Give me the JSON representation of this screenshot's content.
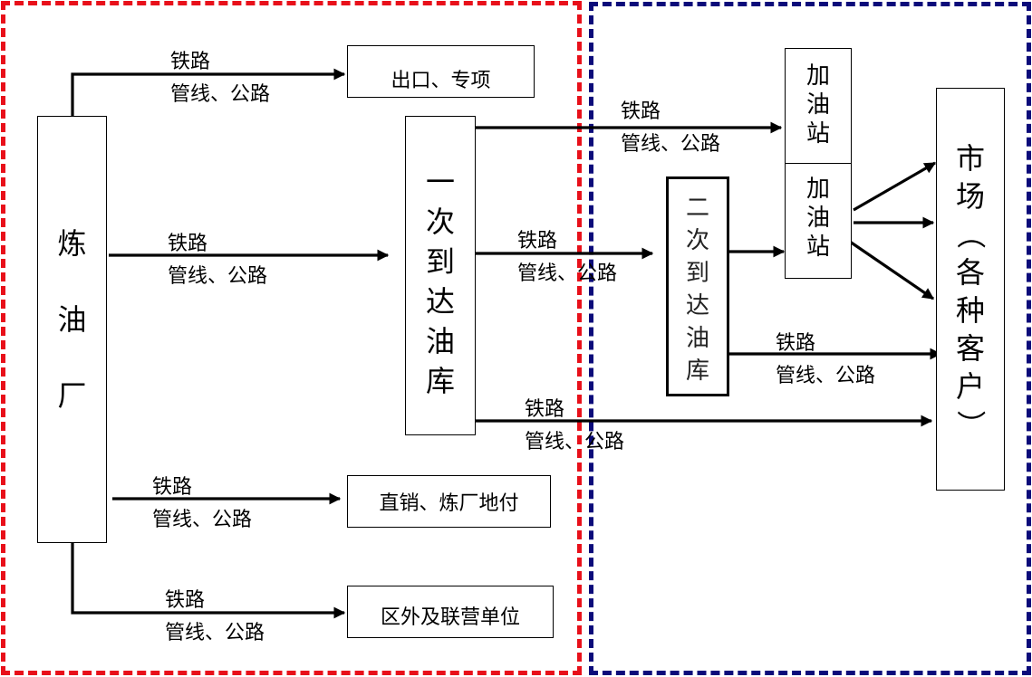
{
  "colors": {
    "left_region_border": "#e8101a",
    "right_region_border": "#0b0b7a",
    "line": "#000000"
  },
  "nodes": {
    "refinery": {
      "chars": [
        "炼",
        "油",
        "厂"
      ]
    },
    "export": {
      "label": "出口、专项"
    },
    "primary_depot": {
      "chars": [
        "一",
        "次",
        "到",
        "达",
        "油",
        "库"
      ]
    },
    "direct_sales": {
      "label": "直销、炼厂地付"
    },
    "joint_units": {
      "label": "区外及联营单位"
    },
    "gas_station_1": {
      "chars": [
        "加",
        "油",
        "站"
      ]
    },
    "gas_station_2": {
      "chars": [
        "加",
        "油",
        "站"
      ]
    },
    "secondary_depot": {
      "chars": [
        "二",
        "次",
        "到",
        "达",
        "油",
        "库"
      ]
    },
    "market": {
      "chars": [
        "市",
        "场",
        "（",
        "各",
        "种",
        "客",
        "户",
        "）"
      ]
    }
  },
  "edge_labels": {
    "refinery_to_export": {
      "line1": "铁路",
      "line2": "管线、公路"
    },
    "refinery_to_primary": {
      "line1": "铁路",
      "line2": "管线、公路"
    },
    "refinery_to_direct": {
      "line1": "铁路",
      "line2": "管线、公路"
    },
    "refinery_to_joint": {
      "line1": "铁路",
      "line2": "管线、公路"
    },
    "primary_to_station": {
      "line1": "铁路",
      "line2": "管线、公路"
    },
    "primary_to_secondary": {
      "line1": "铁路",
      "line2": "管线、公路"
    },
    "primary_to_market": {
      "line1": "铁路",
      "line2": "管线、公路"
    },
    "secondary_to_market": {
      "line1": "铁路",
      "line2": "管线、公路"
    }
  }
}
